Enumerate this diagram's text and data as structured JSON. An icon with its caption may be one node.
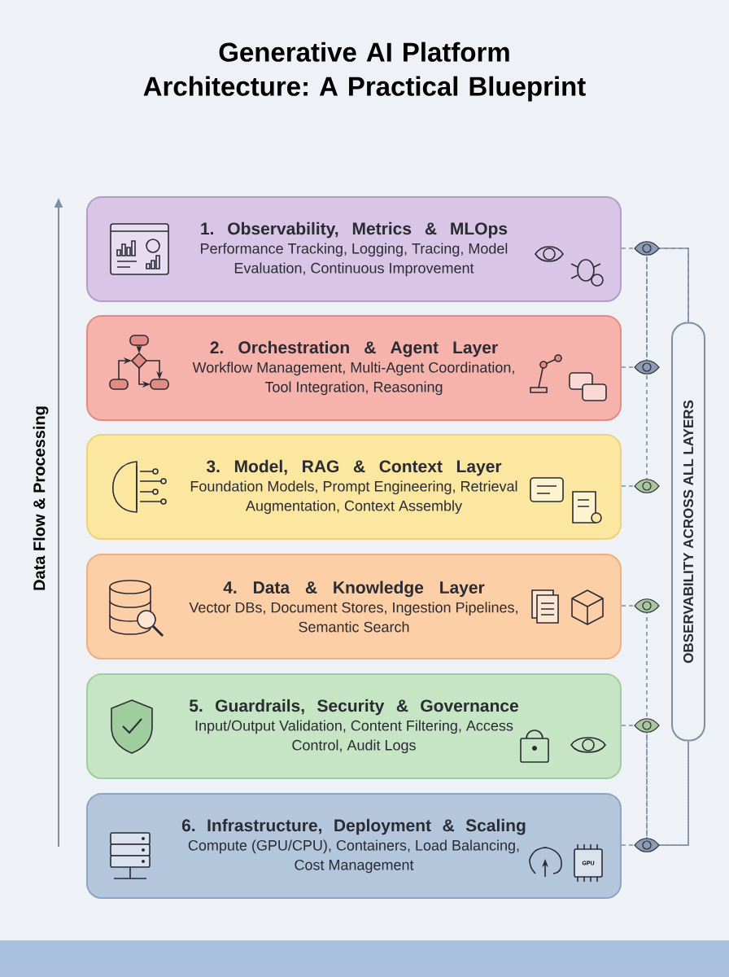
{
  "diagram": {
    "title": "Generative AI Platform Architecture: A Practical Blueprint",
    "nodes": [
      {
        "text": [
          "1. Observability, Metrics & MLOps",
          "Performance Tracking, Logging, Tracing, Model Evaluation, Continuous Improvement"
        ]
      },
      {
        "text": [
          "2. Orchestration & Agent Layer",
          "Workflow Management, Multi-Agent Coordination, Tool Integration, Reasoning"
        ]
      },
      {
        "text": [
          "3. Model, RAG & Context Layer",
          "Foundation Models, Prompt Engineering, Retrieval Augmentation, Context Assembly"
        ]
      },
      {
        "text": [
          "4. Data & Knowledge Layer",
          "Vector DBs, Document Stores, Ingestion Pipelines, Semantic Search"
        ]
      },
      {
        "text": [
          "5. Guardrails, Security & Governance",
          "Input/Output Validation, Content Filtering, Access Control, Audit Logs"
        ]
      },
      {
        "text": [
          "6. Infrastructure, Deployment & Scaling",
          "Compute (GPU/CPU), Containers, Load Balancing, Cost Management"
        ]
      },
      {
        "text": [
          "OBSERVABILITY ACROSS ALL LAYERS"
        ]
      }
    ],
    "edges": [
      {
        "from": 0,
        "to": 6,
        "arrow": "none",
        "style": "dashed"
      },
      {
        "from": 1,
        "to": 6,
        "arrow": "none",
        "style": "dashed"
      },
      {
        "from": 2,
        "to": 6,
        "arrow": "none",
        "style": "dashed"
      },
      {
        "from": 3,
        "to": 6,
        "arrow": "none",
        "style": "dashed"
      },
      {
        "from": 4,
        "to": 6,
        "arrow": "none",
        "style": "dashed"
      },
      {
        "from": 5,
        "to": 6,
        "arrow": "none",
        "style": "dashed"
      }
    ],
    "labels": [
      "Data Flow & Processing",
      "GPU"
    ]
  }
}
